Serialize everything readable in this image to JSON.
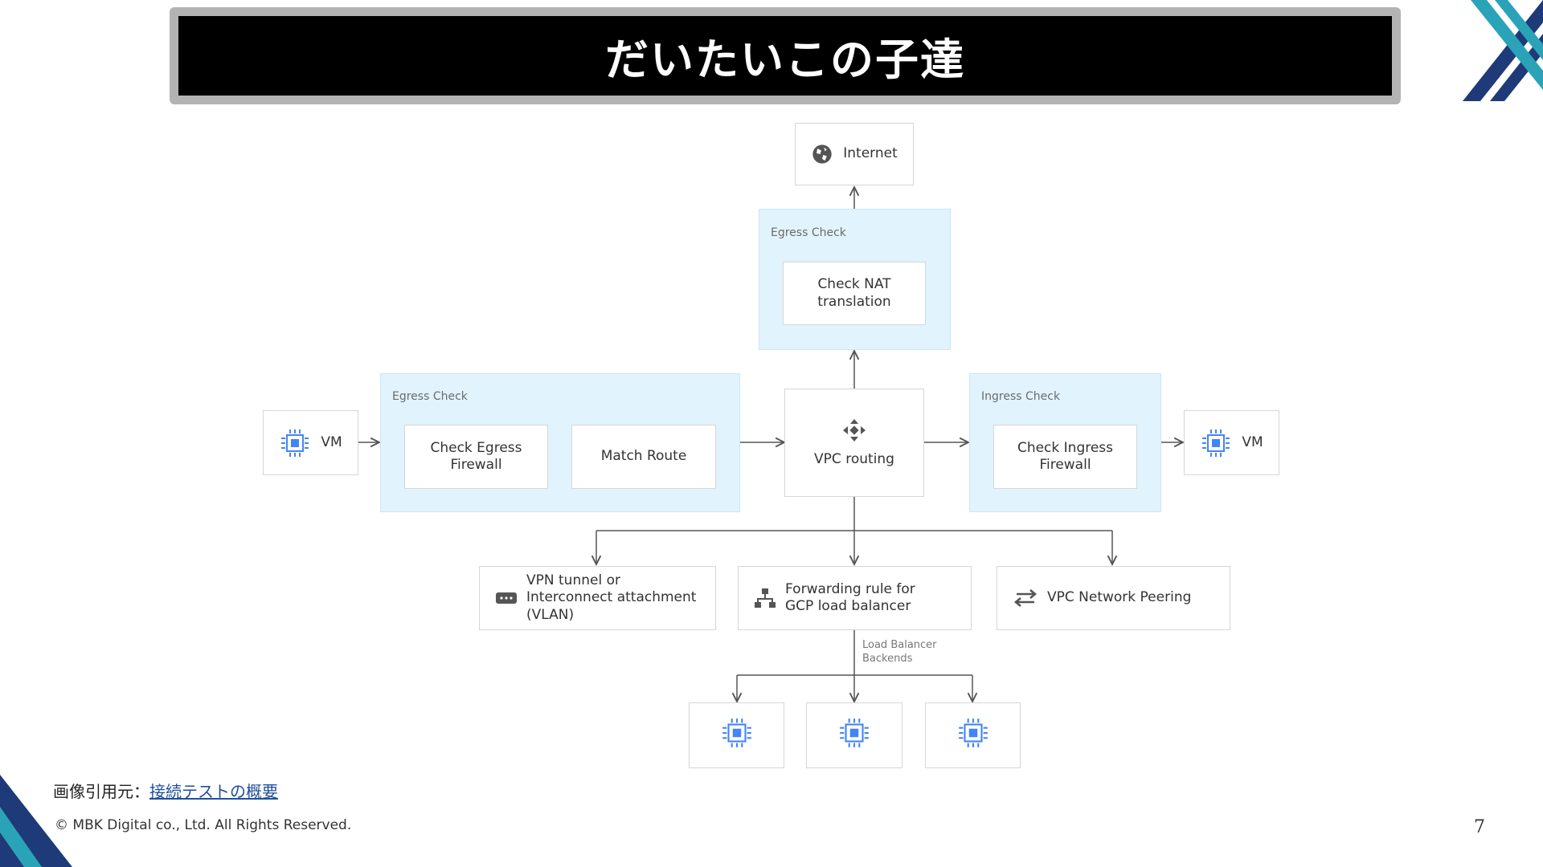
{
  "slide": {
    "title": "だいたいこの子達",
    "citation_prefix": "画像引用元：",
    "citation_link": "接続テストの概要",
    "copyright": "© MBK Digital co., Ltd. All Rights Reserved.",
    "page_number": "7"
  },
  "diagram": {
    "internet": "Internet",
    "egress_check_top": {
      "label": "Egress Check",
      "nat": "Check NAT translation"
    },
    "egress_check_left": {
      "label": "Egress Check",
      "firewall": "Check Egress Firewall",
      "route": "Match Route"
    },
    "vm_source": "VM",
    "vm_dest": "VM",
    "vpc_routing": "VPC routing",
    "ingress_check": {
      "label": "Ingress Check",
      "firewall": "Check Ingress Firewall"
    },
    "vpn_tunnel": "VPN tunnel or Interconnect attachment (VLAN)",
    "forwarding_rule": "Forwarding rule for GCP load balancer",
    "vpc_peering": "VPC Network Peering",
    "lb_backends_label": "Load Balancer Backends"
  },
  "colors": {
    "region_fill": "#e1f3fc",
    "chip_icon": "#4285f4",
    "title_bar": "#000000",
    "title_border": "#b3b3b3",
    "accent_dark": "#1f3a78",
    "accent_teal": "#2aa3b8"
  },
  "icons": [
    "globe-icon",
    "chip-icon",
    "vpc-routing-icon",
    "vpn-icon",
    "load-balancer-icon",
    "peering-arrows-icon"
  ]
}
